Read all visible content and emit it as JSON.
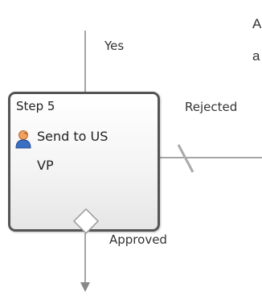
{
  "labels": {
    "yes": "Yes",
    "rejected": "Rejected",
    "approved": "Approved"
  },
  "truncated_text": {
    "line1": "A",
    "line2": "a"
  },
  "step": {
    "title": "Step 5",
    "name_line1": "Send to US",
    "name_line2": "VP",
    "icon": "person-icon"
  }
}
